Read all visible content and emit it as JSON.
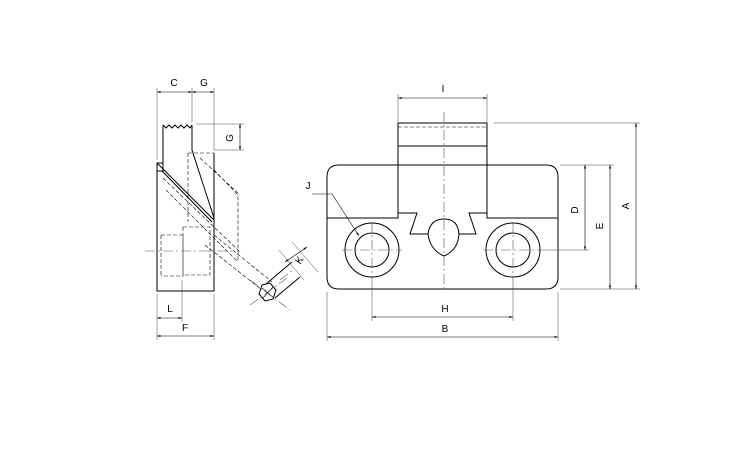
{
  "dimensions": {
    "A": "A",
    "B": "B",
    "C": "C",
    "D": "D",
    "E": "E",
    "F": "F",
    "G_top": "G",
    "G_side": "G",
    "H": "H",
    "I": "I",
    "J": "J",
    "K": "K",
    "L": "L"
  }
}
